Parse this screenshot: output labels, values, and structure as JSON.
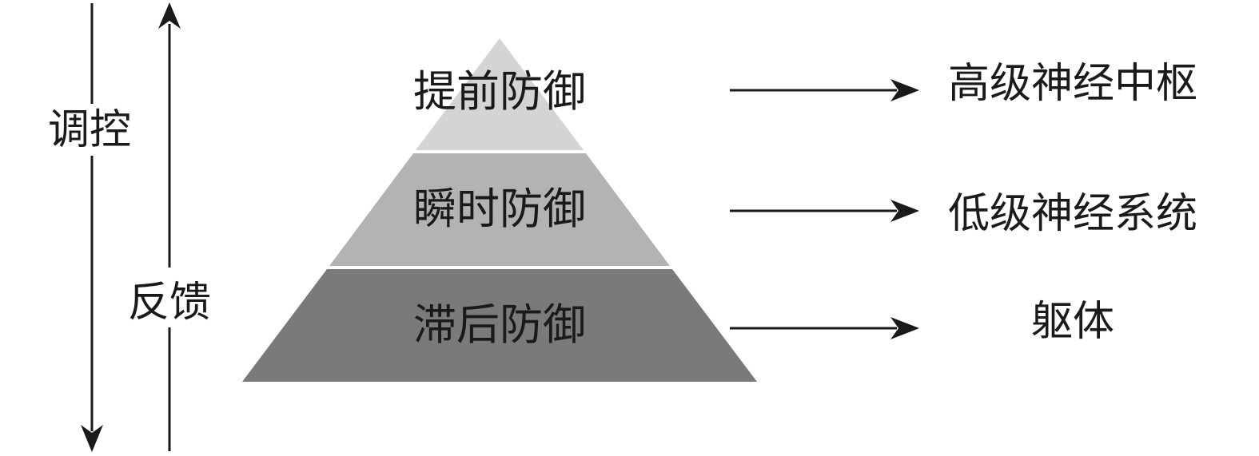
{
  "side_labels": {
    "down": "调控",
    "up": "反馈"
  },
  "tiers": [
    {
      "label": "提前防御",
      "target": "高级神经中枢",
      "fill": "#d4d4d4"
    },
    {
      "label": "瞬时防御",
      "target": "低级神经系统",
      "fill": "#b4b3b3"
    },
    {
      "label": "滞后防御",
      "target": "躯体",
      "fill": "#7b7a7a"
    }
  ],
  "colors": {
    "line": "#1a1a1a",
    "text": "#1a1a1a"
  }
}
